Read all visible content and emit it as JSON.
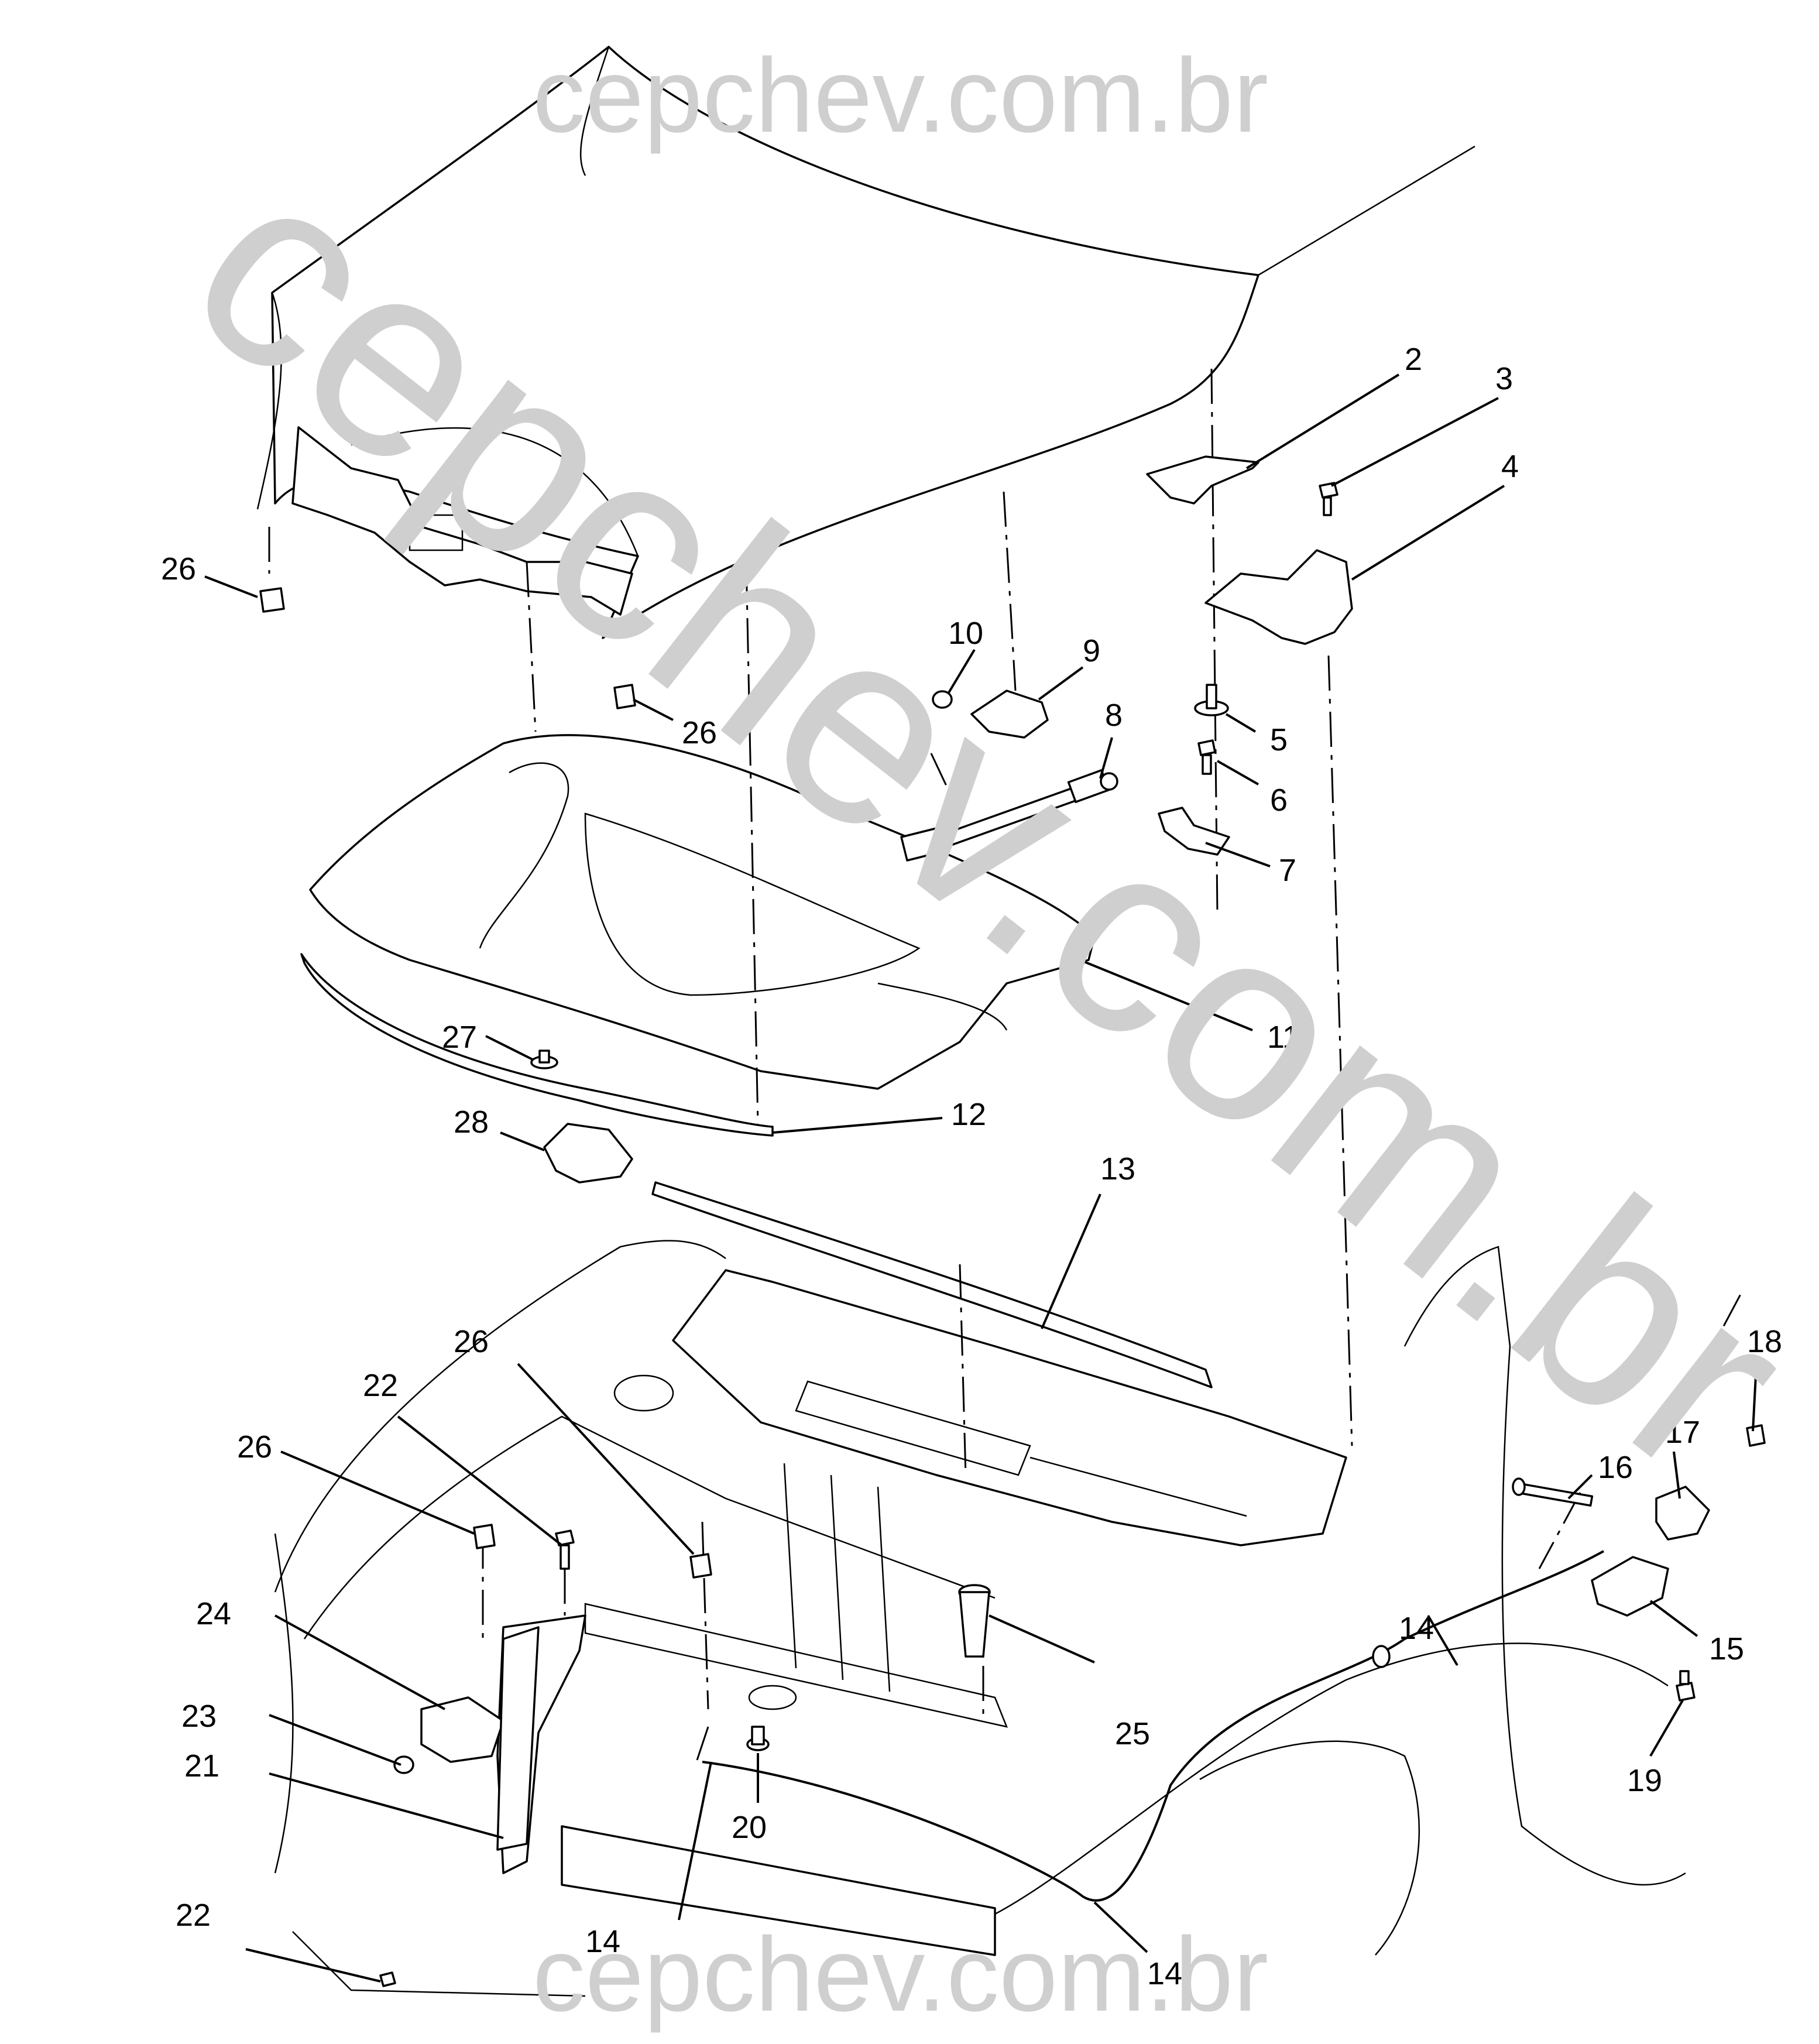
{
  "watermark": {
    "top_text": "cepchev.com.br",
    "bottom_text": "cepchev.com.br",
    "diagonal_text": "cepchev.com.br",
    "color": "#cfcfcf"
  },
  "colors": {
    "line": "#000000",
    "background": "#ffffff"
  },
  "callouts": [
    {
      "id": "c2",
      "label": "2"
    },
    {
      "id": "c3",
      "label": "3"
    },
    {
      "id": "c4",
      "label": "4"
    },
    {
      "id": "c5",
      "label": "5"
    },
    {
      "id": "c6",
      "label": "6"
    },
    {
      "id": "c7",
      "label": "7"
    },
    {
      "id": "c8",
      "label": "8"
    },
    {
      "id": "c9",
      "label": "9"
    },
    {
      "id": "c10",
      "label": "10"
    },
    {
      "id": "c11",
      "label": "11"
    },
    {
      "id": "c12",
      "label": "12"
    },
    {
      "id": "c13",
      "label": "13"
    },
    {
      "id": "c14a",
      "label": "14"
    },
    {
      "id": "c14b",
      "label": "14"
    },
    {
      "id": "c14c",
      "label": "14"
    },
    {
      "id": "c15",
      "label": "15"
    },
    {
      "id": "c16",
      "label": "16"
    },
    {
      "id": "c17",
      "label": "17"
    },
    {
      "id": "c18",
      "label": "18"
    },
    {
      "id": "c19",
      "label": "19"
    },
    {
      "id": "c20",
      "label": "20"
    },
    {
      "id": "c21",
      "label": "21"
    },
    {
      "id": "c22a",
      "label": "22"
    },
    {
      "id": "c22b",
      "label": "22"
    },
    {
      "id": "c23",
      "label": "23"
    },
    {
      "id": "c24",
      "label": "24"
    },
    {
      "id": "c25",
      "label": "25"
    },
    {
      "id": "c26a",
      "label": "26"
    },
    {
      "id": "c26b",
      "label": "26"
    },
    {
      "id": "c26c",
      "label": "26"
    },
    {
      "id": "c26d",
      "label": "26"
    },
    {
      "id": "c27",
      "label": "27"
    },
    {
      "id": "c28",
      "label": "28"
    }
  ]
}
